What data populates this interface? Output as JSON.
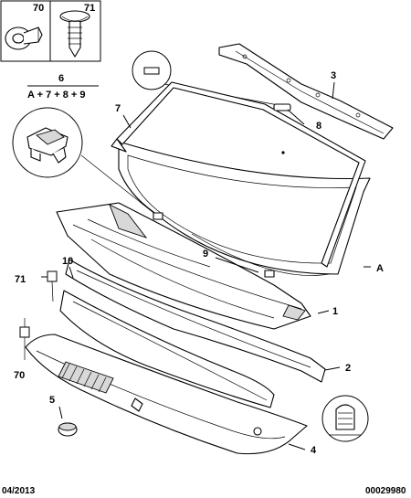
{
  "labels": {
    "p70": "70",
    "p71_top": "71",
    "p6": "6",
    "formula": "A + 7 + 8 + 9",
    "p3": "3",
    "p7": "7",
    "p8": "8",
    "p9": "9",
    "pA": "A",
    "p10": "10",
    "p71_left": "71",
    "p1": "1",
    "p70_left": "70",
    "p2": "2",
    "p5": "5",
    "p4": "4"
  },
  "footer": {
    "date": "04/2013",
    "ref": "00029980"
  }
}
